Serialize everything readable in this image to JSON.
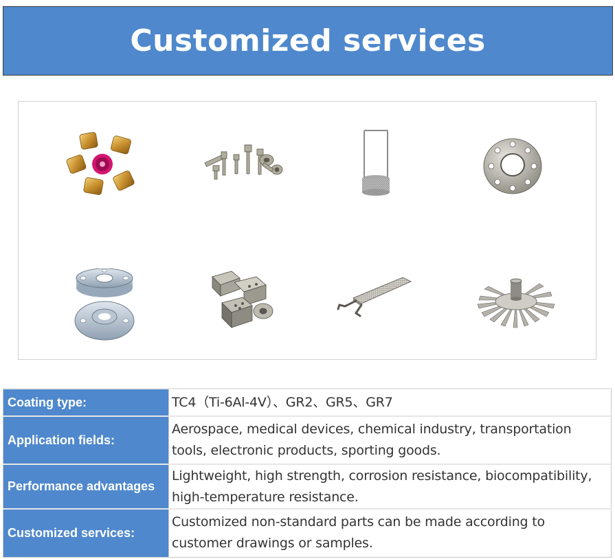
{
  "header": {
    "title": "Customized services"
  },
  "gallery": {
    "items": [
      {
        "icon": "brass-bushings-icon"
      },
      {
        "icon": "titanium-bolts-icon"
      },
      {
        "icon": "mesh-basket-icon"
      },
      {
        "icon": "titanium-flange-icon"
      },
      {
        "icon": "stacked-flanges-icon"
      },
      {
        "icon": "machined-blocks-icon"
      },
      {
        "icon": "mesh-anode-icon"
      },
      {
        "icon": "spoked-disc-icon"
      }
    ]
  },
  "specs": {
    "rows": [
      {
        "label": "Coating type:",
        "value": "TC4（Ti-6Al-4V）、GR2、GR5、GR7"
      },
      {
        "label": "Application fields:",
        "value": "Aerospace, medical devices, chemical industry, transportation tools, electronic products, sporting goods."
      },
      {
        "label": "Performance advantages",
        "value": "Lightweight, high strength, corrosion resistance, biocompatibility, high-temperature resistance."
      },
      {
        "label": "Customized services:",
        "value": "Customized non-standard parts can be made according to customer drawings or samples."
      }
    ]
  },
  "colors": {
    "accent": "#4f88cc",
    "label_text": "#ffffff",
    "body_text": "#333333"
  }
}
